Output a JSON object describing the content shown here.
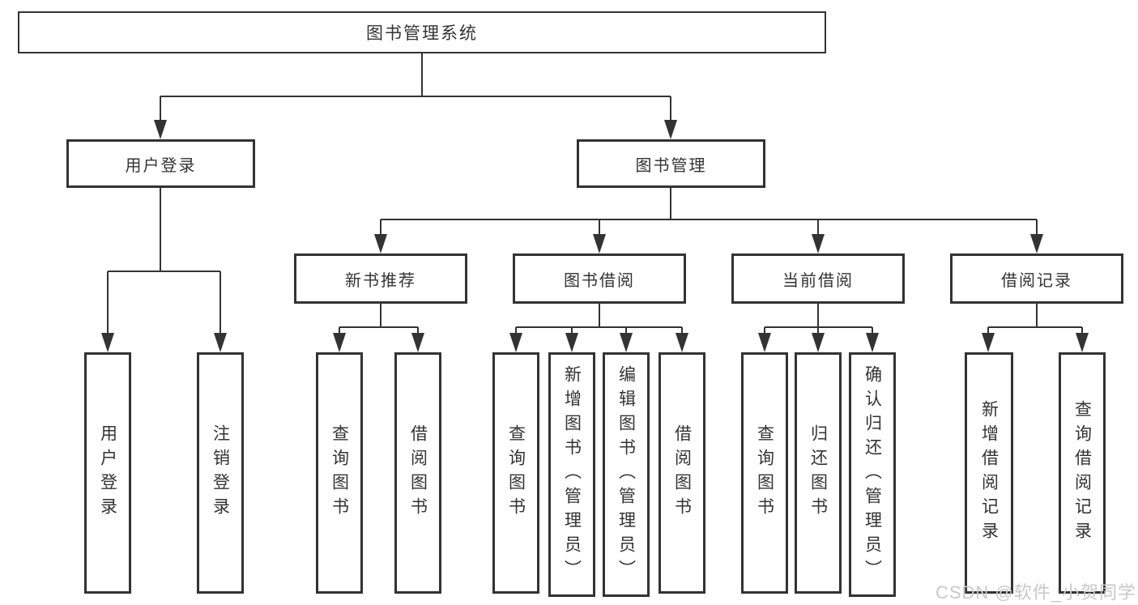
{
  "diagram": {
    "root": {
      "label": "图书管理系统",
      "children": [
        {
          "label": "用户登录",
          "children": [
            {
              "label": "用户登录"
            },
            {
              "label": "注销登录"
            }
          ]
        },
        {
          "label": "图书管理",
          "children": [
            {
              "label": "新书推荐",
              "children": [
                {
                  "label": "查询图书"
                },
                {
                  "label": "借阅图书"
                }
              ]
            },
            {
              "label": "图书借阅",
              "children": [
                {
                  "label": "查询图书"
                },
                {
                  "label": "新增图书（管理员）"
                },
                {
                  "label": "编辑图书（管理员）"
                },
                {
                  "label": "借阅图书"
                }
              ]
            },
            {
              "label": "当前借阅",
              "children": [
                {
                  "label": "查询图书"
                },
                {
                  "label": "归还图书"
                },
                {
                  "label": "确认归还（管理员）"
                }
              ]
            },
            {
              "label": "借阅记录",
              "children": [
                {
                  "label": "新增借阅记录"
                },
                {
                  "label": "查询借阅记录"
                }
              ]
            }
          ]
        }
      ]
    }
  },
  "watermark": {
    "text": "CSDN @软件_小贺同学"
  },
  "colors": {
    "line": "#333333",
    "border": "#333333",
    "text": "#333333",
    "watermark": "#c9c9c9",
    "background": "#ffffff"
  }
}
